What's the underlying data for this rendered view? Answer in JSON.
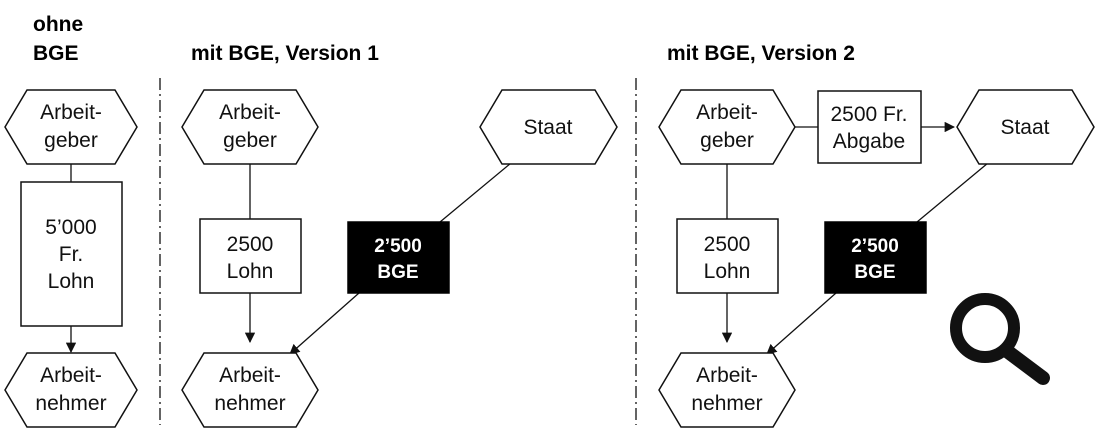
{
  "headers": {
    "without": [
      "ohne",
      "BGE"
    ],
    "v1": "mit BGE, Version 1",
    "v2": "mit BGE, Version 2"
  },
  "panel_without": {
    "employer": [
      "Arbeit-",
      "geber"
    ],
    "wage": [
      "5’000",
      "Fr.",
      "Lohn"
    ],
    "employee": [
      "Arbeit-",
      "nehmer"
    ]
  },
  "panel_v1": {
    "employer": [
      "Arbeit-",
      "geber"
    ],
    "state": "Staat",
    "wage": [
      "2500",
      "Lohn"
    ],
    "bge": [
      "2’500",
      "BGE"
    ],
    "employee": [
      "Arbeit-",
      "nehmer"
    ]
  },
  "panel_v2": {
    "employer": [
      "Arbeit-",
      "geber"
    ],
    "levy": [
      "2500 Fr.",
      "Abgabe"
    ],
    "state": "Staat",
    "wage": [
      "2500",
      "Lohn"
    ],
    "bge": [
      "2’500",
      "BGE"
    ],
    "employee": [
      "Arbeit-",
      "nehmer"
    ]
  },
  "colors": {
    "line": "#111111",
    "fill_dark": "#000000",
    "fill_light": "#ffffff"
  },
  "icons": {
    "zoom": "magnifier-icon"
  }
}
